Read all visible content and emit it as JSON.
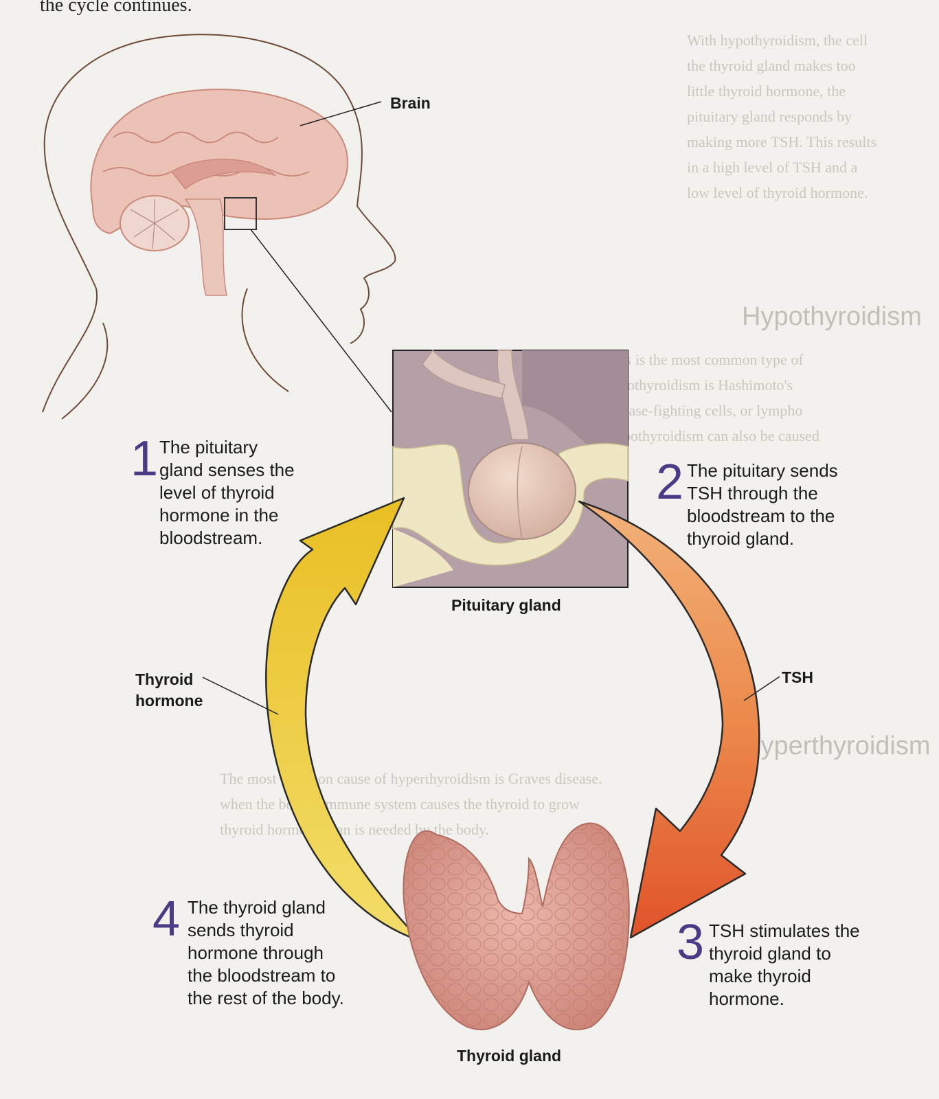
{
  "page": {
    "intro_line": "the cycle continues."
  },
  "labels": {
    "brain": "Brain",
    "pituitary_gland": "Pituitary gland",
    "thyroid_gland": "Thyroid gland",
    "thyroid_hormone_line1": "Thyroid",
    "thyroid_hormone_line2": "hormone",
    "tsh": "TSH"
  },
  "steps": [
    {
      "number": "1",
      "lines": [
        "The pituitary",
        "gland senses the",
        "level of thyroid",
        "hormone in the",
        "bloodstream."
      ]
    },
    {
      "number": "2",
      "lines": [
        "The pituitary sends",
        "TSH through the",
        "bloodstream to the",
        "thyroid gland."
      ]
    },
    {
      "number": "3",
      "lines": [
        "TSH stimulates the",
        "thyroid gland to",
        "make thyroid",
        "hormone."
      ]
    },
    {
      "number": "4",
      "lines": [
        "The thyroid gland",
        "sends thyroid",
        "hormone through",
        "the bloodstream to",
        "the rest of the body."
      ]
    }
  ],
  "colors": {
    "step_number": "#4b3a86",
    "hormone_arrow": "#e9c12e",
    "tsh_arrow_start": "#f0a66a",
    "tsh_arrow_end": "#e2572a",
    "brain": "#e8b8ae",
    "thyroid": "#d99a8e"
  }
}
